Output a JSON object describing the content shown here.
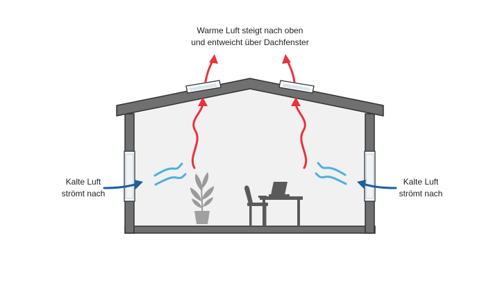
{
  "labels": {
    "warm_air": {
      "line1": "Warme Luft steigt nach oben",
      "line2": "und entweicht über Dachfenster"
    },
    "cold_air_left": {
      "line1": "Kalte Luft",
      "line2": "strömt nach"
    },
    "cold_air_right": {
      "line1": "Kalte Luft",
      "line2": "strömt nach"
    }
  },
  "colors": {
    "warm_air": "#e8323c",
    "cold_air": "#4ab0e0",
    "inflow_arrow": "#1f5f9e",
    "wall": "#707070",
    "wall_outline": "#333333",
    "interior": "#f1f1f1",
    "furniture": "#5a5a5a",
    "plant": "#9a9a9a"
  }
}
